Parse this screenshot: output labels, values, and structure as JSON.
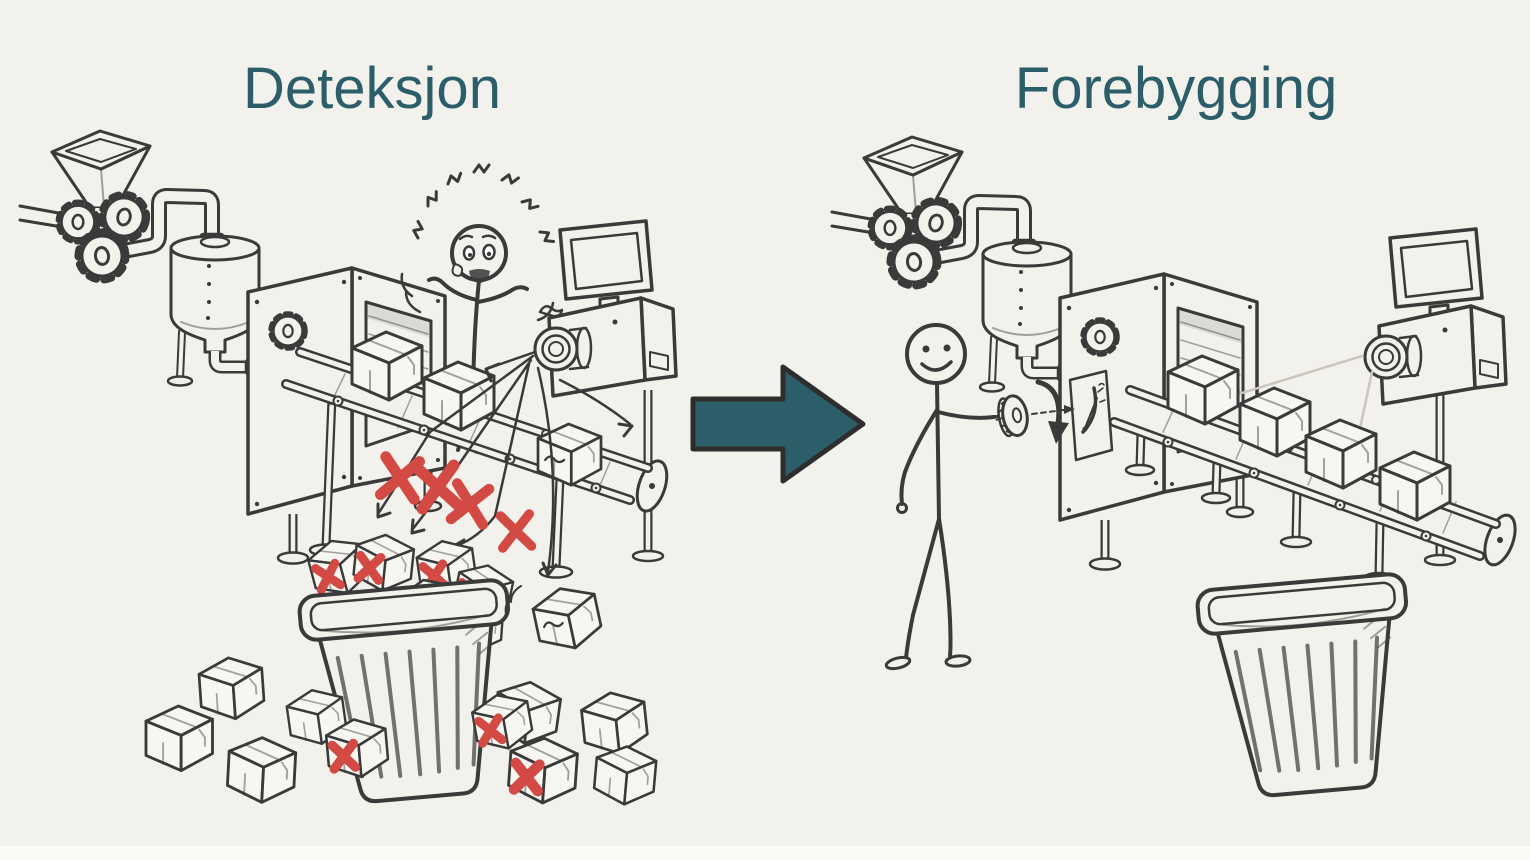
{
  "page": {
    "background": "#f2f1ec",
    "footer_strip": "#fafaf7"
  },
  "colors": {
    "paper": "#f2f1ec",
    "ink": "#3a3a3a",
    "accent": "#2b5e69",
    "red": "#d24a43",
    "boxfill": "#f7f6f1",
    "faint": "#c9c7bf",
    "dark": "#2d2d2d",
    "strip": "#fafaf7"
  },
  "scenes": {
    "left": {
      "title": "Deteksjon",
      "elements": [
        "hopper-icon",
        "gears-icon",
        "feed-pipe-icon",
        "tank-icon",
        "scanner-machine-icon",
        "conveyor-icon",
        "cardboard-box-icon",
        "worried-worker-icon",
        "inspection-camera-icon",
        "monitor-icon",
        "scan-rays-icon",
        "reject-x-icon",
        "full-trash-can-icon",
        "rejected-boxes-pile-icon"
      ]
    },
    "right": {
      "title": "Forebygging",
      "elements": [
        "hopper-icon",
        "gears-icon",
        "feed-pipe-icon",
        "tank-icon",
        "scanner-machine-icon",
        "gauge-panel-icon",
        "control-knob-icon",
        "rotation-arrow-icon",
        "happy-worker-icon",
        "conveyor-icon",
        "cardboard-box-icon",
        "inspection-camera-icon",
        "monitor-icon",
        "empty-trash-can-icon"
      ]
    }
  },
  "transition": {
    "arrow_direction": "right"
  }
}
